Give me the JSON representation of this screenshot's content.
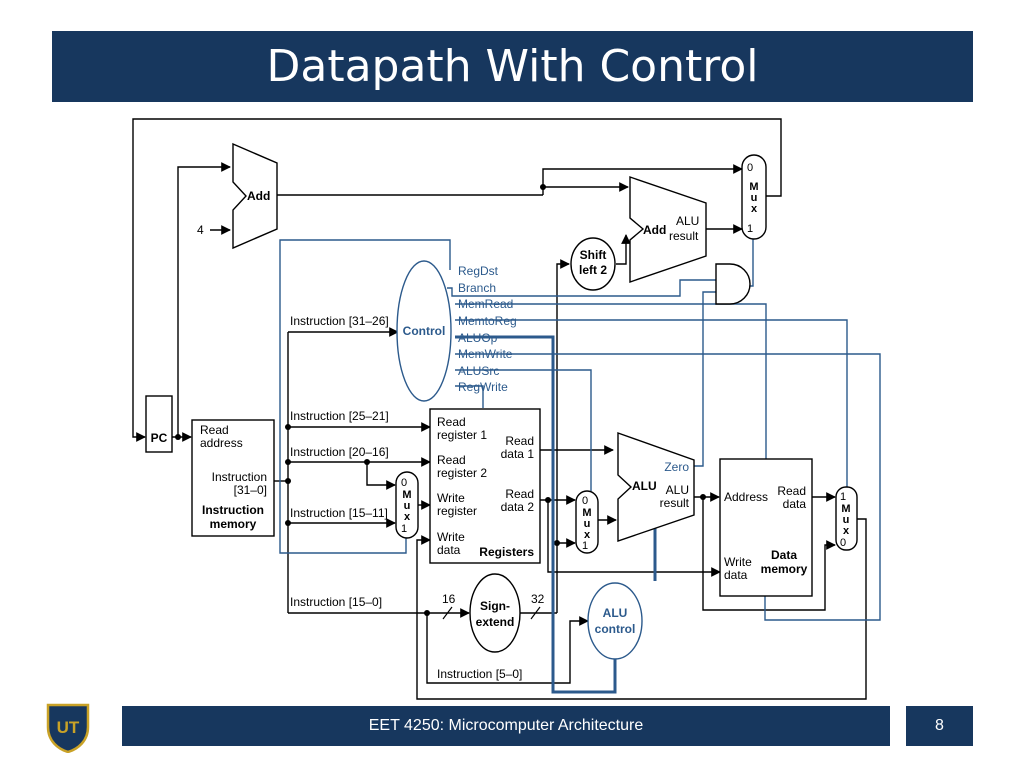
{
  "slide": {
    "title": "Datapath With Control"
  },
  "footer": {
    "course": "EET 4250: Microcomputer Architecture",
    "page": "8",
    "logo_text": "UT"
  },
  "blocks": {
    "add_top": "Add",
    "const_four": "4",
    "add_alu": "Add",
    "add_alu_label": "ALU",
    "add_alu_result": "result",
    "shift_line1": "Shift",
    "shift_line2": "left 2",
    "mux_top_0": "0",
    "mux_top_1": "1",
    "mux_letters": [
      "M",
      "u",
      "x"
    ],
    "control": "Control",
    "pc": "PC",
    "imem_read": "Read",
    "imem_address": "address",
    "imem_instruction": "Instruction",
    "imem_bits": "[31–0]",
    "imem_name1": "Instruction",
    "imem_name2": "memory",
    "reg_read1_a": "Read",
    "reg_read1_b": "register 1",
    "reg_read2_a": "Read",
    "reg_read2_b": "register 2",
    "reg_write_a": "Write",
    "reg_write_b": "register",
    "reg_wdata_a": "Write",
    "reg_wdata_b": "data",
    "reg_rdata1_a": "Read",
    "reg_rdata1_b": "data 1",
    "reg_rdata2_a": "Read",
    "reg_rdata2_b": "data 2",
    "registers": "Registers",
    "alu": "ALU",
    "alu_zero": "Zero",
    "alu_result_a": "ALU",
    "alu_result_b": "result",
    "dmem_address": "Address",
    "dmem_read_a": "Read",
    "dmem_read_b": "data",
    "dmem_write_a": "Write",
    "dmem_write_b": "data",
    "dmem_name1": "Data",
    "dmem_name2": "memory",
    "sign_ext1": "Sign-",
    "sign_ext2": "extend",
    "width_16": "16",
    "width_32": "32",
    "alu_control1": "ALU",
    "alu_control2": "control",
    "mux_zero": "0",
    "mux_one": "1"
  },
  "instruction_fields": [
    "Instruction [31–26]",
    "Instruction [25–21]",
    "Instruction [20–16]",
    "Instruction [15–11]",
    "Instruction [15–0]",
    "Instruction [5–0]"
  ],
  "control_signals": [
    "RegDst",
    "Branch",
    "MemRead",
    "MemtoReg",
    "ALUOp",
    "MemWrite",
    "ALUSrc",
    "RegWrite"
  ],
  "colors": {
    "title_bg": "#17375e",
    "control_blue": "#2c5a8c",
    "wire": "#000000"
  }
}
